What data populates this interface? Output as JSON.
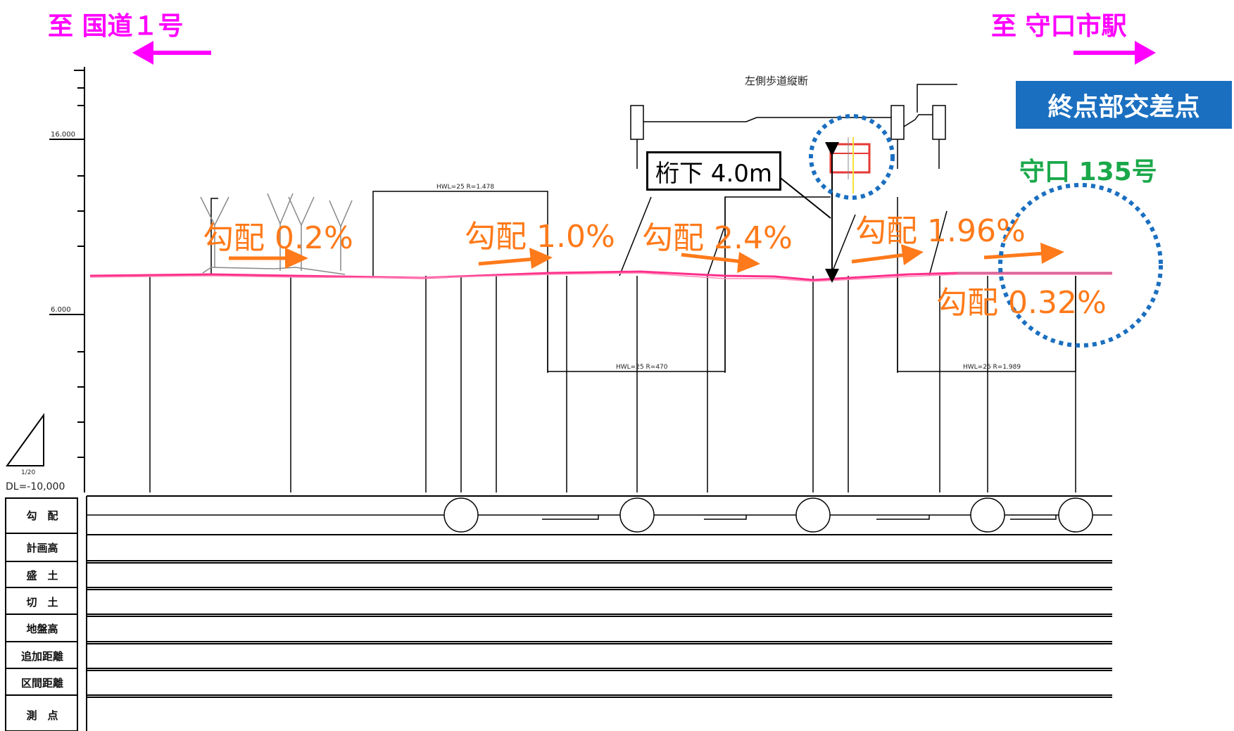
{
  "directions": {
    "left_label": "至 国道１号",
    "right_label": "至 守口市駅"
  },
  "banner": "終点部交差点",
  "intersection_label": "守口 135号",
  "clearance_label": "桁下 4.0m",
  "sidewalk_title": "左側歩道縦断",
  "datum_label": "DL=-10,000",
  "gradients": [
    "勾配 0.2%",
    "勾配 1.0%",
    "勾配 2.4%",
    "勾配 1.96%",
    "勾配 0.32%"
  ],
  "table_rows": [
    "勾　配",
    "計画高",
    "盛　土",
    "切　土",
    "地盤高",
    "追加距離",
    "区間距離",
    "測　点"
  ],
  "colors": {
    "direction": "#ff00ff",
    "gradient_text": "#ff7a1a",
    "banner_bg": "#1a6fc0",
    "intersection_text": "#1aa84a",
    "circle": "#1a6fc0",
    "profile_line": "#ff2f8a"
  }
}
